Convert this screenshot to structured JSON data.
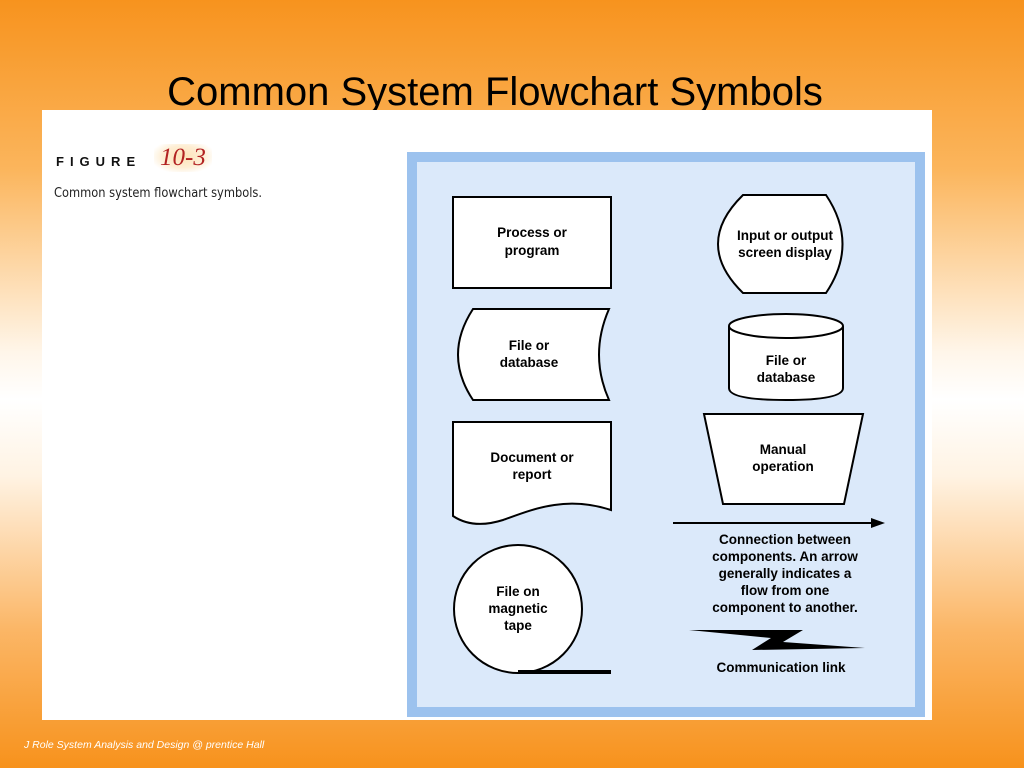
{
  "slide": {
    "title": "Common System Flowchart Symbols",
    "footer": "J Role System Analysis and Design @ prentice Hall"
  },
  "figure": {
    "label": "FIGURE",
    "number": "10-3",
    "caption": "Common system flowchart symbols."
  },
  "symbols": {
    "process": {
      "line1": "Process or",
      "line2": "program"
    },
    "io_screen": {
      "line1": "Input or output",
      "line2": "screen display"
    },
    "file_left": {
      "line1": "File or",
      "line2": "database"
    },
    "file_right": {
      "line1": "File or",
      "line2": "database"
    },
    "document": {
      "line1": "Document or",
      "line2": "report"
    },
    "manual": {
      "line1": "Manual",
      "line2": "operation"
    },
    "tape": {
      "line1": "File on",
      "line2": "magnetic",
      "line3": "tape"
    },
    "connection": {
      "line1": "Connection between",
      "line2": "components. An arrow",
      "line3": "generally indicates a",
      "line4": "flow from one",
      "line5": "component to another."
    },
    "comm_link": {
      "label": "Communication link"
    }
  },
  "colors": {
    "outer_frame": "#9cc2ee",
    "inner_fill": "#dbe9fa",
    "figure_number": "#b22222",
    "slide_gradient_edge": "#f7931e"
  }
}
